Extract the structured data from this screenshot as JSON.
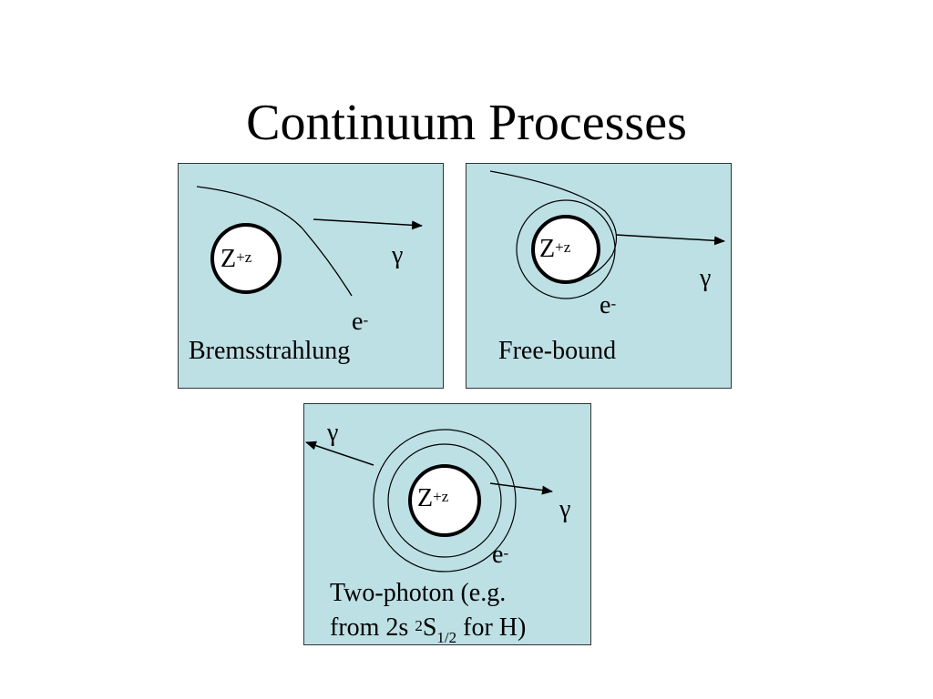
{
  "slide": {
    "title": "Continuum Processes"
  },
  "panels": {
    "bremsstrahlung": {
      "label": "Bremsstrahlung",
      "nucleus": "Z",
      "nucleus_charge": "+z",
      "photon": "γ",
      "electron": "e",
      "electron_charge": "-"
    },
    "free_bound": {
      "label": "Free-bound",
      "nucleus": "Z",
      "nucleus_charge": "+z",
      "photon": "γ",
      "electron": "e",
      "electron_charge": "-"
    },
    "two_photon": {
      "label_line1": "Two-photon (e.g.",
      "label_line2_a": "from 2s ",
      "label_line2_sup": "2",
      "label_line2_b": "S",
      "label_line2_sub": "1/2",
      "label_line2_c": " for H)",
      "nucleus": "Z",
      "nucleus_charge": "+z",
      "photon_left": "γ",
      "photon_right": "γ",
      "electron": "e",
      "electron_charge": "-"
    }
  },
  "colors": {
    "panel_fill": "#bde0e5",
    "panel_border": "#333333",
    "nucleus_fill": "#ffffff",
    "ink": "#000000"
  }
}
